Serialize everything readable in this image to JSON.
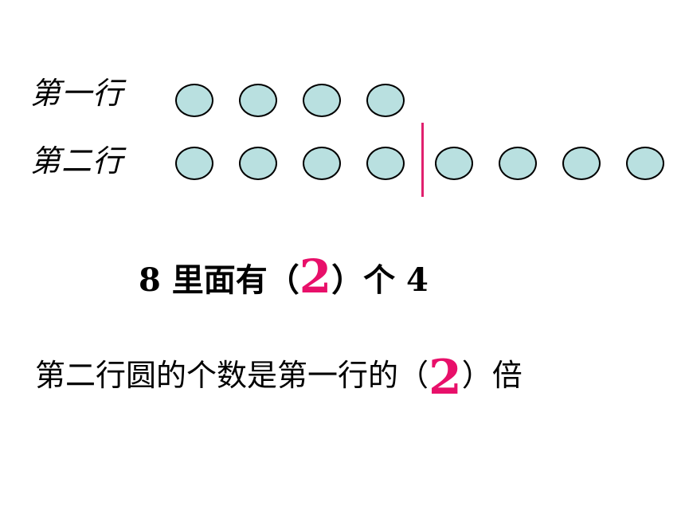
{
  "rows": [
    {
      "label": "第一行",
      "circle_count": 4
    },
    {
      "label": "第二行",
      "circle_count": 8,
      "divider_after": 4
    }
  ],
  "colors": {
    "circle_fill": "#b9e0e0",
    "circle_stroke": "#000000",
    "divider": "#e0206e",
    "answer": "#e8106a",
    "text": "#000000",
    "background": "#ffffff"
  },
  "sentence1": {
    "before": "8 里面有（",
    "answer": "2",
    "after": "）个 4"
  },
  "sentence2": {
    "before": "第二行圆的个数是第一行的（",
    "answer": "2",
    "after": "）倍"
  }
}
